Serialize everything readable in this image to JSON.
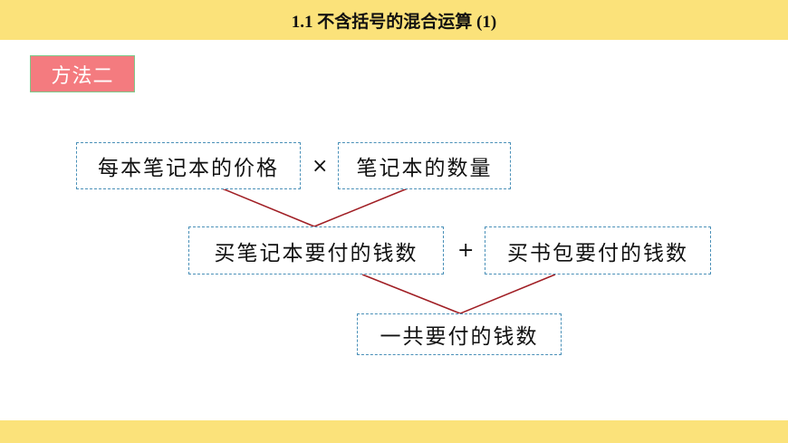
{
  "header": {
    "title": "1.1  不含括号的混合运算 (1)"
  },
  "method_label": "方法二",
  "boxes": {
    "price_per_notebook": "每本笔记本的价格",
    "notebook_count": "笔记本的数量",
    "notebook_cost": "买笔记本要付的钱数",
    "bag_cost": "买书包要付的钱数",
    "total_cost": "一共要付的钱数"
  },
  "operators": {
    "multiply": "×",
    "plus": "+"
  },
  "colors": {
    "bar": "#fbe27a",
    "label_bg": "#f47b7f",
    "box_border": "#4a90b8",
    "connector": "#a01e24"
  }
}
